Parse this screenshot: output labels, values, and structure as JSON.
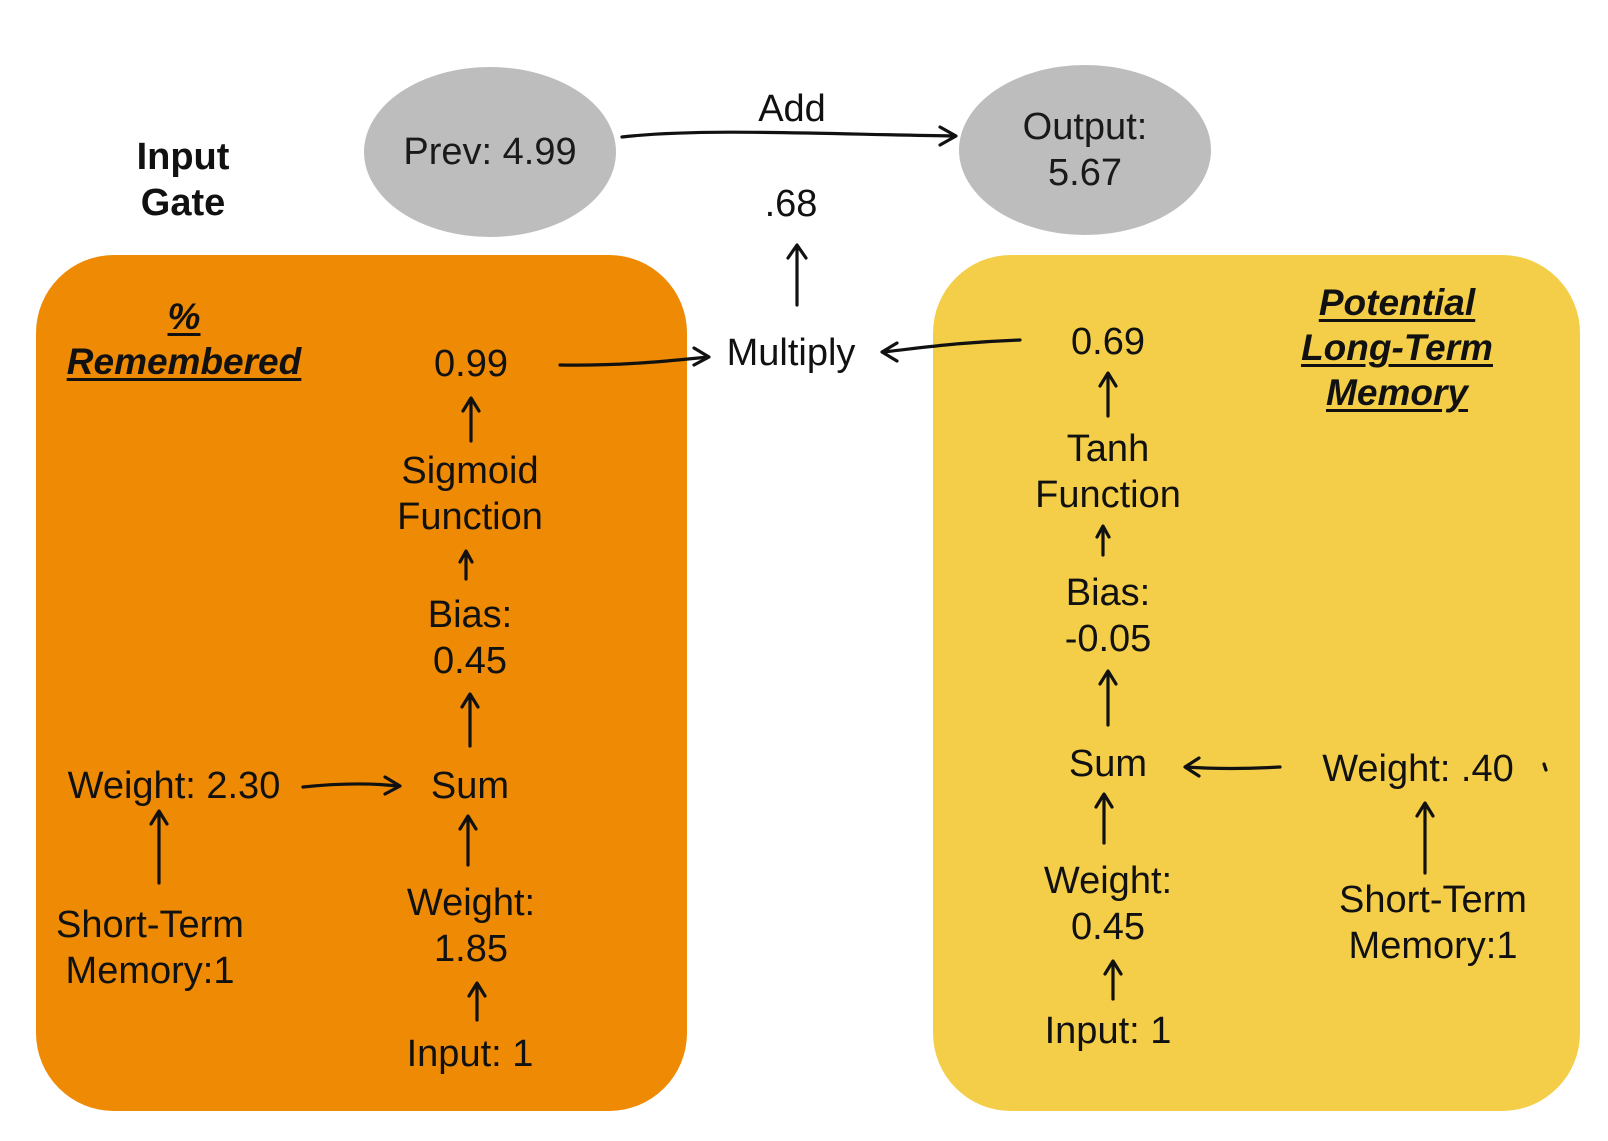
{
  "header": {
    "title_line1": "Input",
    "title_line2": "Gate"
  },
  "top": {
    "prev_label": "Prev: 4.99",
    "add_label": "Add",
    "output_line1": "Output:",
    "output_line2": "5.67",
    "product_value": ".68",
    "multiply_label": "Multiply"
  },
  "left_panel": {
    "title_line1": "%",
    "title_line2": "Remembered",
    "color": "#ee8a04",
    "result": "0.99",
    "function_line1": "Sigmoid",
    "function_line2": "Function",
    "bias_line1": "Bias:",
    "bias_line2": "0.45",
    "sum": "Sum",
    "stm_weight": "Weight: 2.30",
    "stm_line1": "Short-Term",
    "stm_line2": "Memory:1",
    "input_weight_line1": "Weight:",
    "input_weight_line2": "1.85",
    "input": "Input: 1"
  },
  "right_panel": {
    "title_line1": "Potential",
    "title_line2": "Long-Term",
    "title_line3": "Memory",
    "color": "#f4ce48",
    "result": "0.69",
    "function_line1": "Tanh",
    "function_line2": "Function",
    "bias_line1": "Bias:",
    "bias_line2": "-0.05",
    "sum": "Sum",
    "stm_weight": "Weight: .40",
    "stm_line1": "Short-Term",
    "stm_line2": "Memory:1",
    "input_weight_line1": "Weight:",
    "input_weight_line2": "0.45",
    "input": "Input: 1"
  },
  "ellipse_color": "#bdbdbd"
}
